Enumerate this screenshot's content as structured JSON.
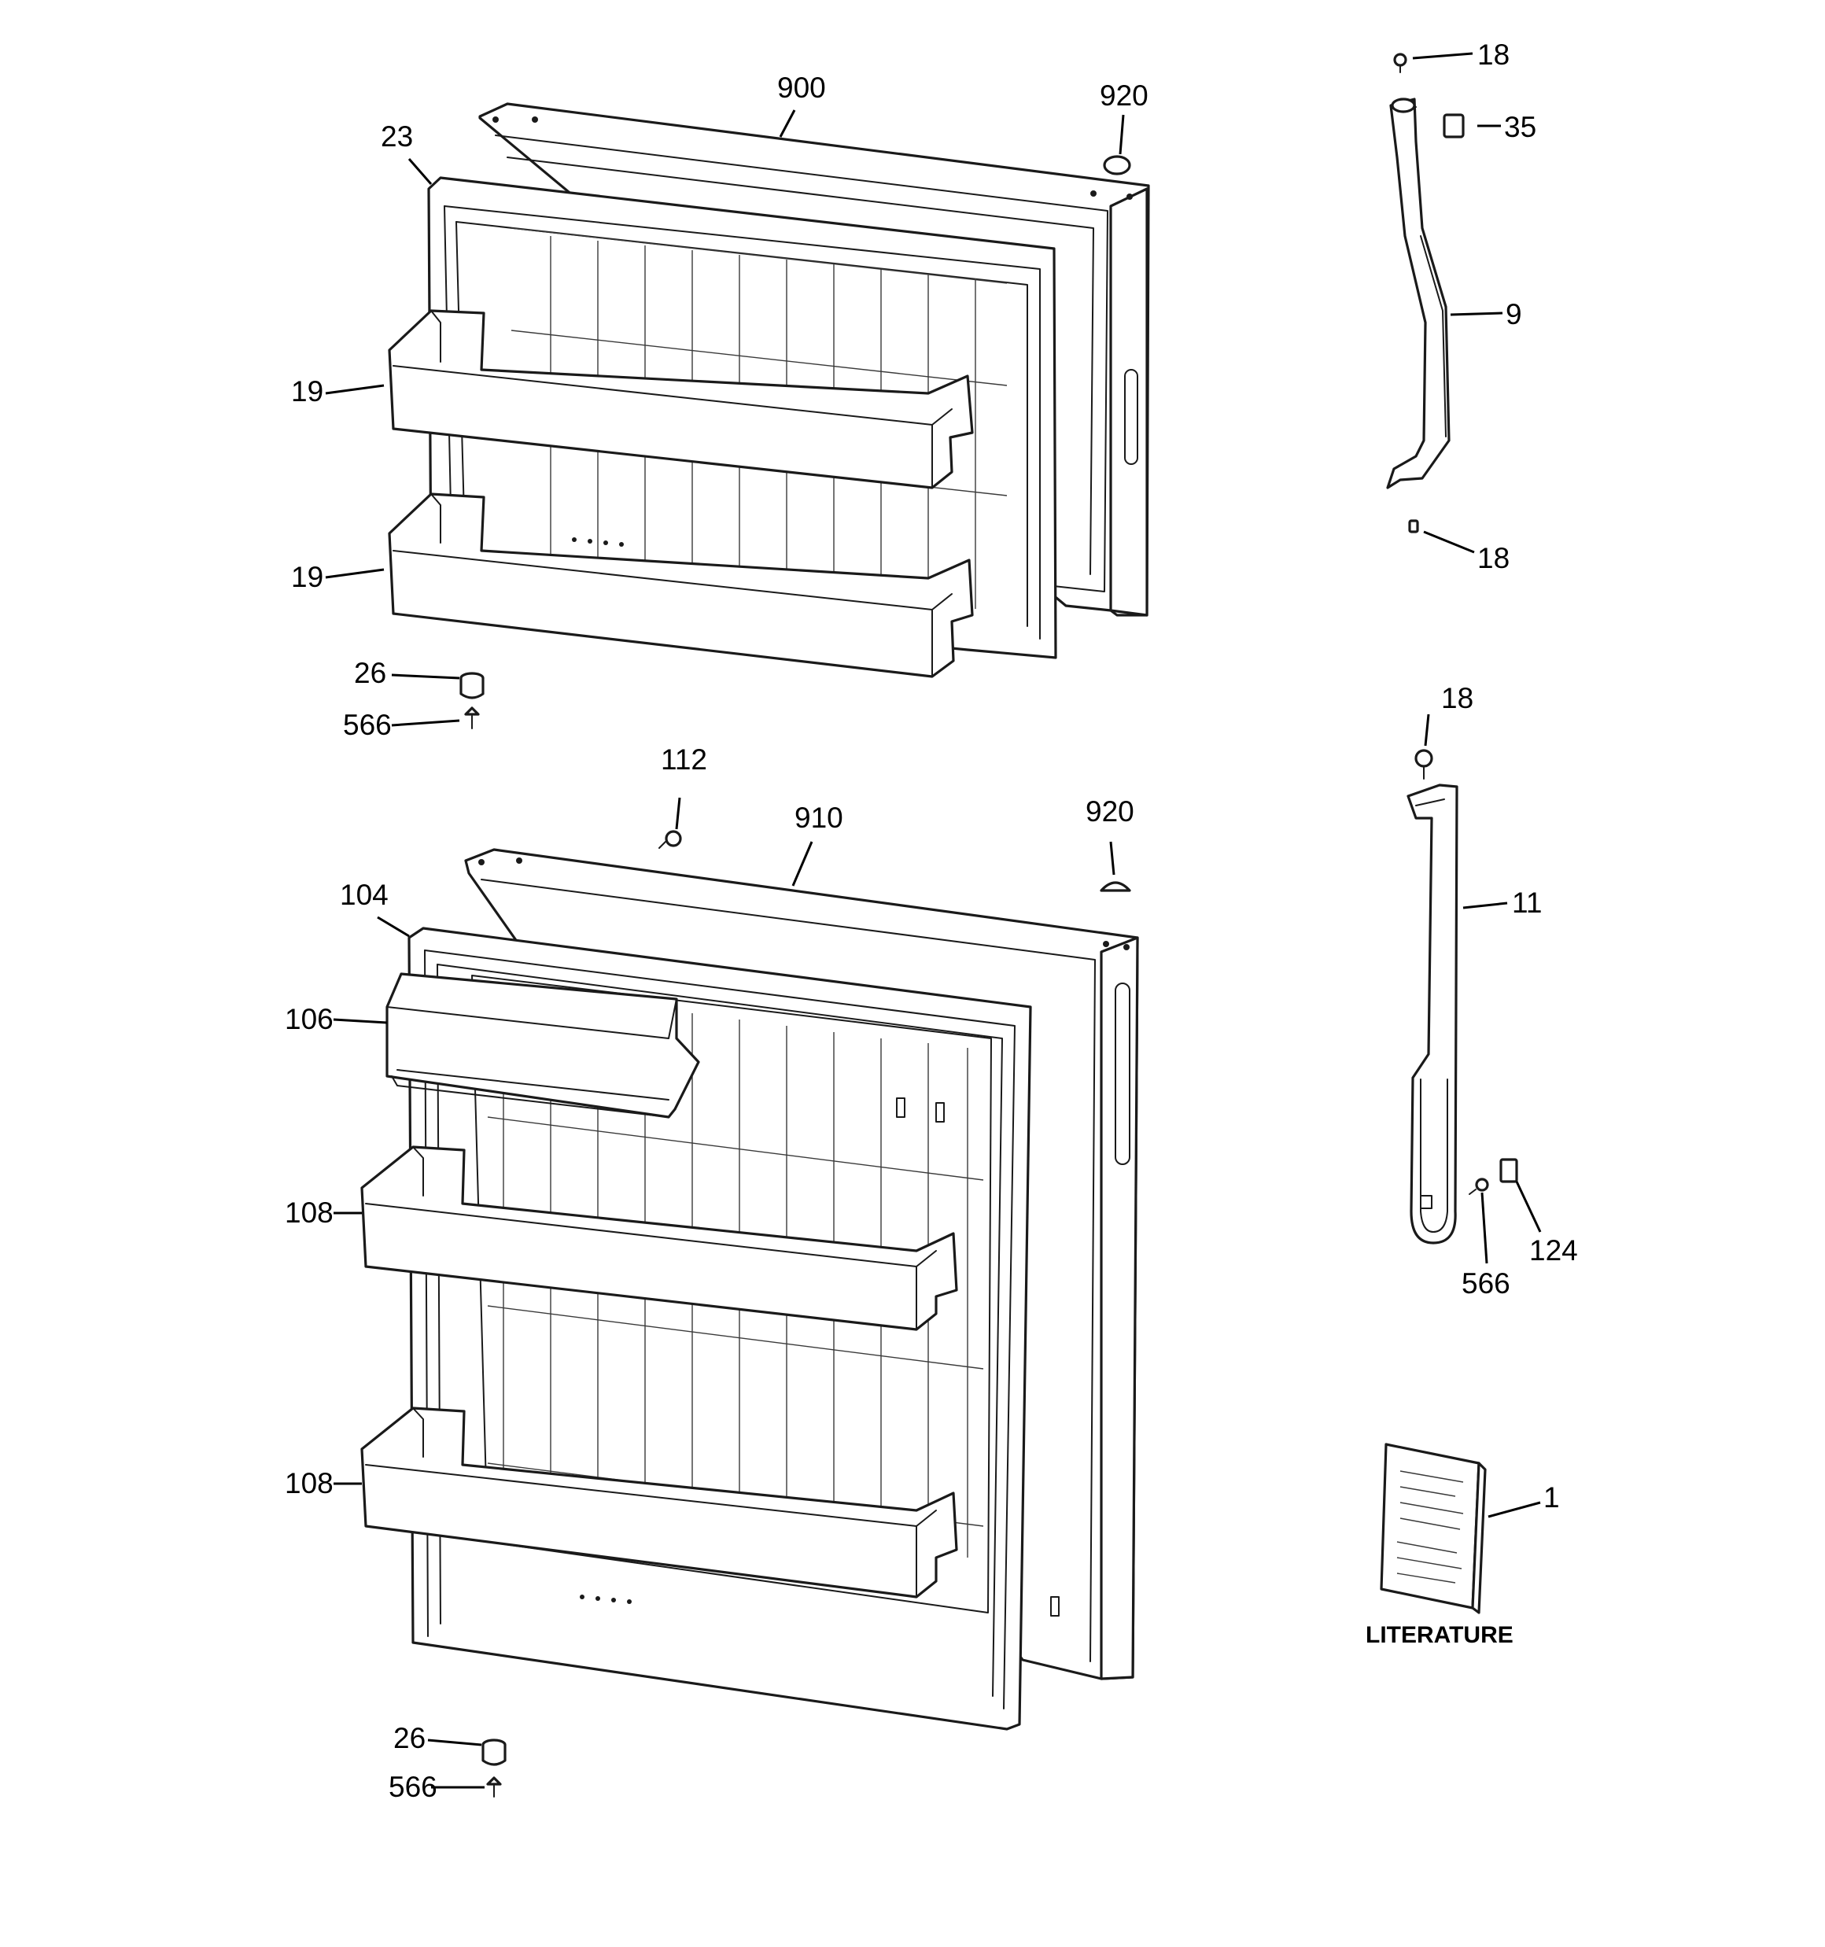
{
  "callouts": {
    "c900": "900",
    "c920_top": "920",
    "c23": "23",
    "c19_upper": "19",
    "c19_lower": "19",
    "c26_top": "26",
    "c566_top": "566",
    "c18_a": "18",
    "c35": "35",
    "c9": "9",
    "c18_b": "18",
    "c112": "112",
    "c910": "910",
    "c920_bottom": "920",
    "c104": "104",
    "c106": "106",
    "c108_upper": "108",
    "c108_lower": "108",
    "c26_bottom": "26",
    "c566_bottom": "566",
    "c18_c": "18",
    "c11": "11",
    "c566_right": "566",
    "c124": "124",
    "c1": "1"
  },
  "literature_label": "LITERATURE"
}
